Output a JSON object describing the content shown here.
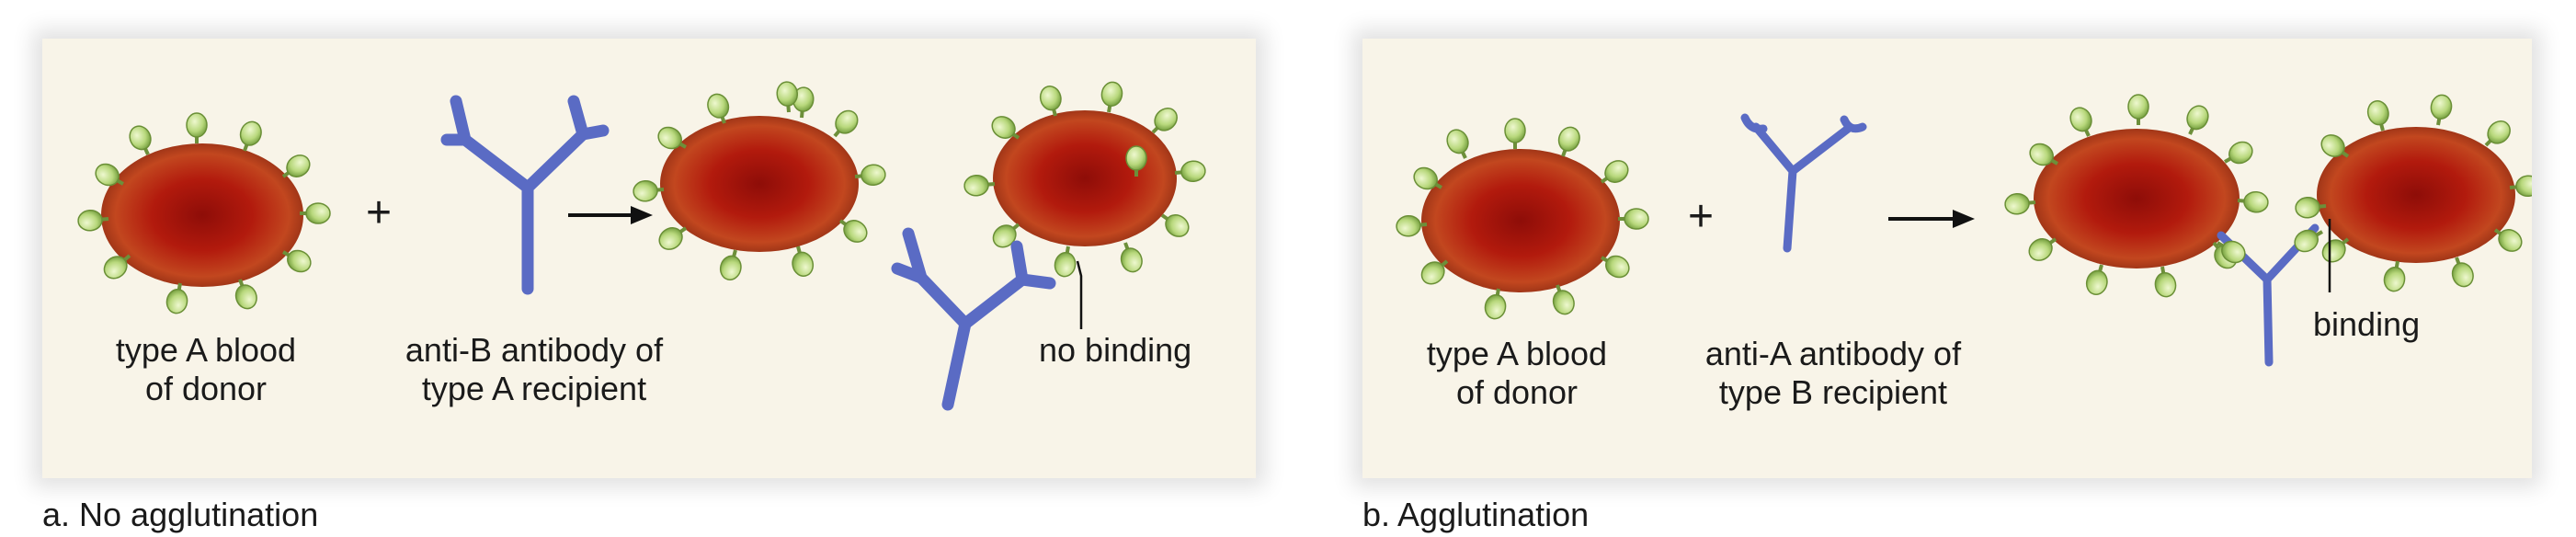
{
  "panel_a": {
    "plus": "+",
    "donor_label_line1": "type A blood",
    "donor_label_line2": "of donor",
    "antibody_label_line1": "anti-B antibody of",
    "antibody_label_line2": "type A recipient",
    "result_label": "no binding",
    "caption": "a. No agglutination"
  },
  "panel_b": {
    "plus": "+",
    "donor_label_line1": "type A blood",
    "donor_label_line2": "of donor",
    "antibody_label_line1": "anti-A antibody of",
    "antibody_label_line2": "type B recipient",
    "result_label": "binding",
    "caption": "b. Agglutination"
  },
  "colors": {
    "panel_background": "#f8f4e8",
    "red_blood_cell": "#b5200f",
    "antigen": "#b7d77a",
    "antibody": "#5b6bc0",
    "text": "#1a1a1a"
  },
  "icons": [
    "red-blood-cell-icon",
    "antigen-icon",
    "antibody-y-icon",
    "arrow-right-icon"
  ]
}
